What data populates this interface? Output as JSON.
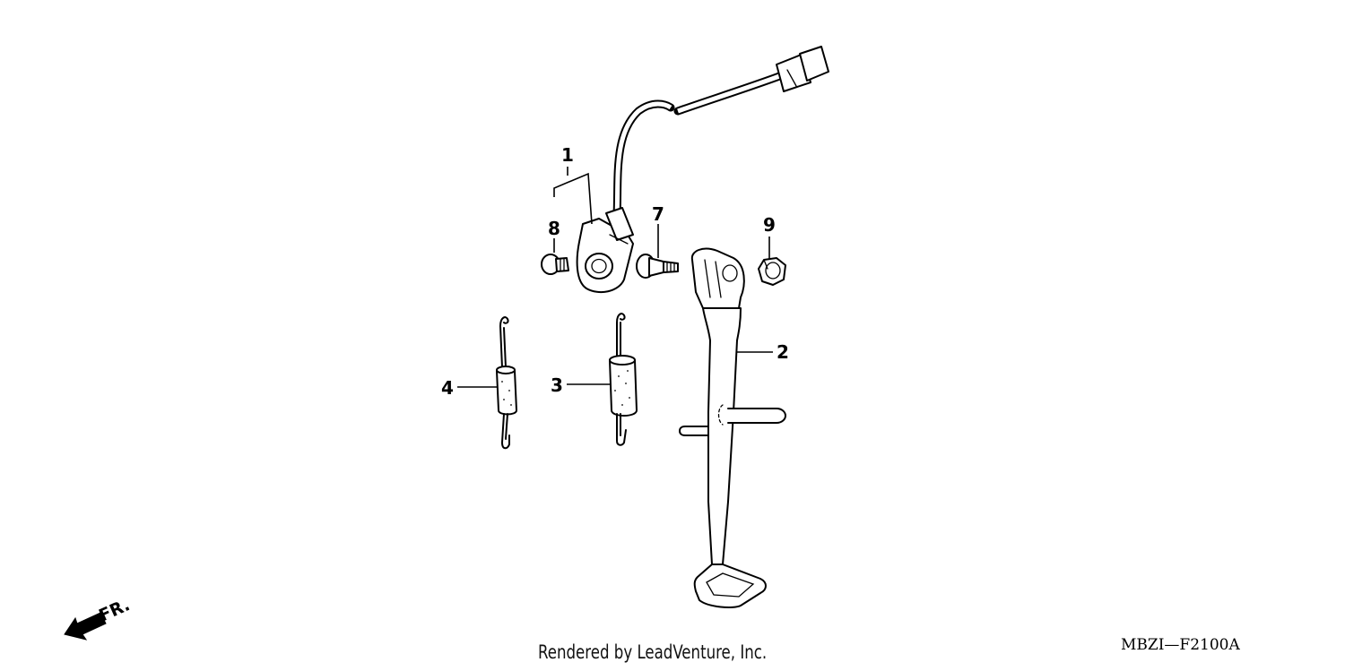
{
  "callouts": [
    {
      "id": "1",
      "label": "1"
    },
    {
      "id": "2",
      "label": "2"
    },
    {
      "id": "3",
      "label": "3"
    },
    {
      "id": "4",
      "label": "4"
    },
    {
      "id": "7",
      "label": "7"
    },
    {
      "id": "8",
      "label": "8"
    },
    {
      "id": "9",
      "label": "9"
    }
  ],
  "direction_indicator": {
    "label": "FR.",
    "icon": "front-arrow-icon"
  },
  "footer": {
    "credit": "Rendered by LeadVenture, Inc.",
    "diagram_code": "MBZI—F2100A"
  }
}
